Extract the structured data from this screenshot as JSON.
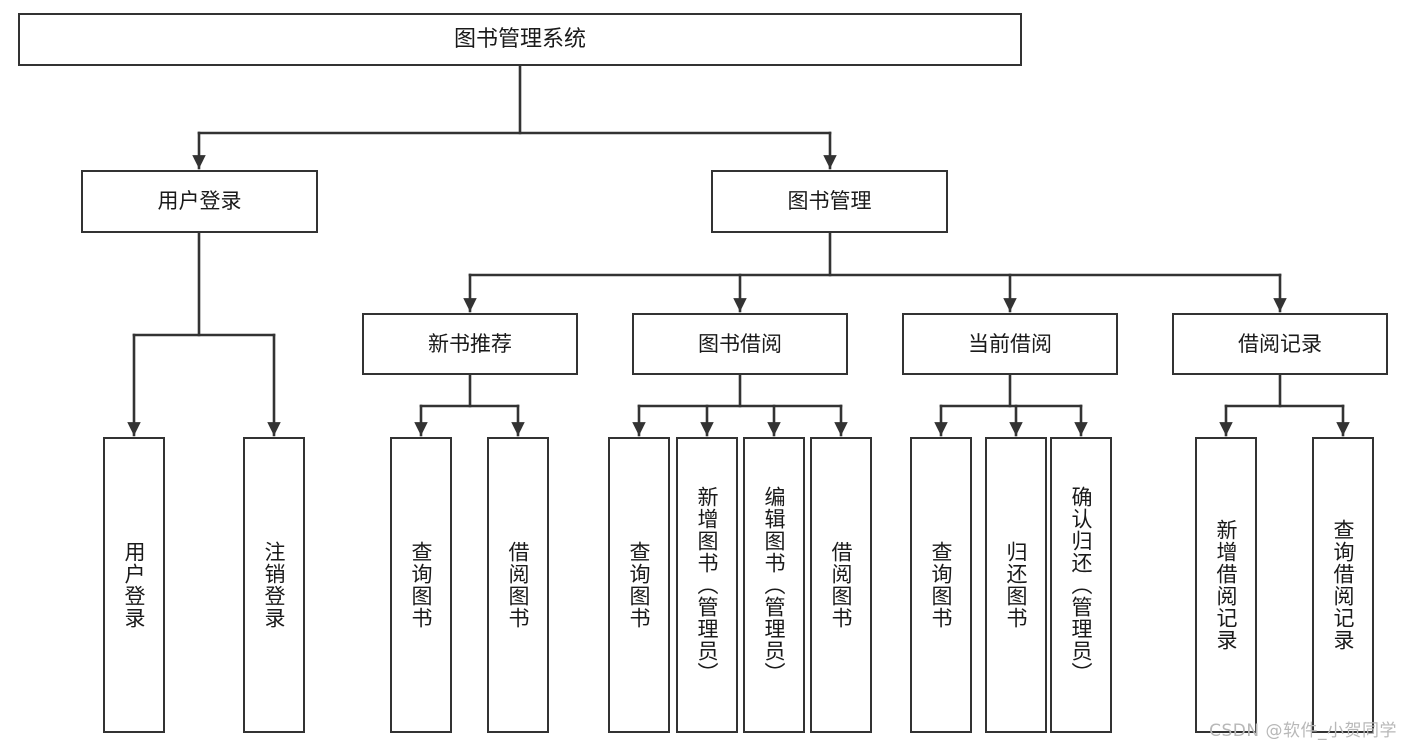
{
  "diagram": {
    "title": "图书管理系统",
    "type": "functional-structure-tree",
    "levels": 4,
    "colors": {
      "box_border": "#333333",
      "box_fill": "#ffffff",
      "connector": "#333333",
      "text": "#1a1a1a",
      "watermark": "#b8b8b8",
      "background": "#ffffff"
    },
    "root": {
      "label": "图书管理系统"
    },
    "level2": [
      {
        "label": "用户登录"
      },
      {
        "label": "图书管理"
      }
    ],
    "level3": [
      {
        "label": "新书推荐"
      },
      {
        "label": "图书借阅"
      },
      {
        "label": "当前借阅"
      },
      {
        "label": "借阅记录"
      }
    ],
    "leaves": {
      "user_login": [
        {
          "label": "用户登录"
        },
        {
          "label": "注销登录"
        }
      ],
      "new_book_recommend": [
        {
          "label": "查询图书"
        },
        {
          "label": "借阅图书"
        }
      ],
      "book_borrow": [
        {
          "label": "查询图书"
        },
        {
          "label": "新增图书（管理员）"
        },
        {
          "label": "编辑图书（管理员）"
        },
        {
          "label": "借阅图书"
        }
      ],
      "current_borrow": [
        {
          "label": "查询图书"
        },
        {
          "label": "归还图书"
        },
        {
          "label": "确认归还（管理员）"
        }
      ],
      "borrow_records": [
        {
          "label": "新增借阅记录"
        },
        {
          "label": "查询借阅记录"
        }
      ]
    }
  },
  "watermark": {
    "text": "CSDN @软件_小贺同学"
  }
}
